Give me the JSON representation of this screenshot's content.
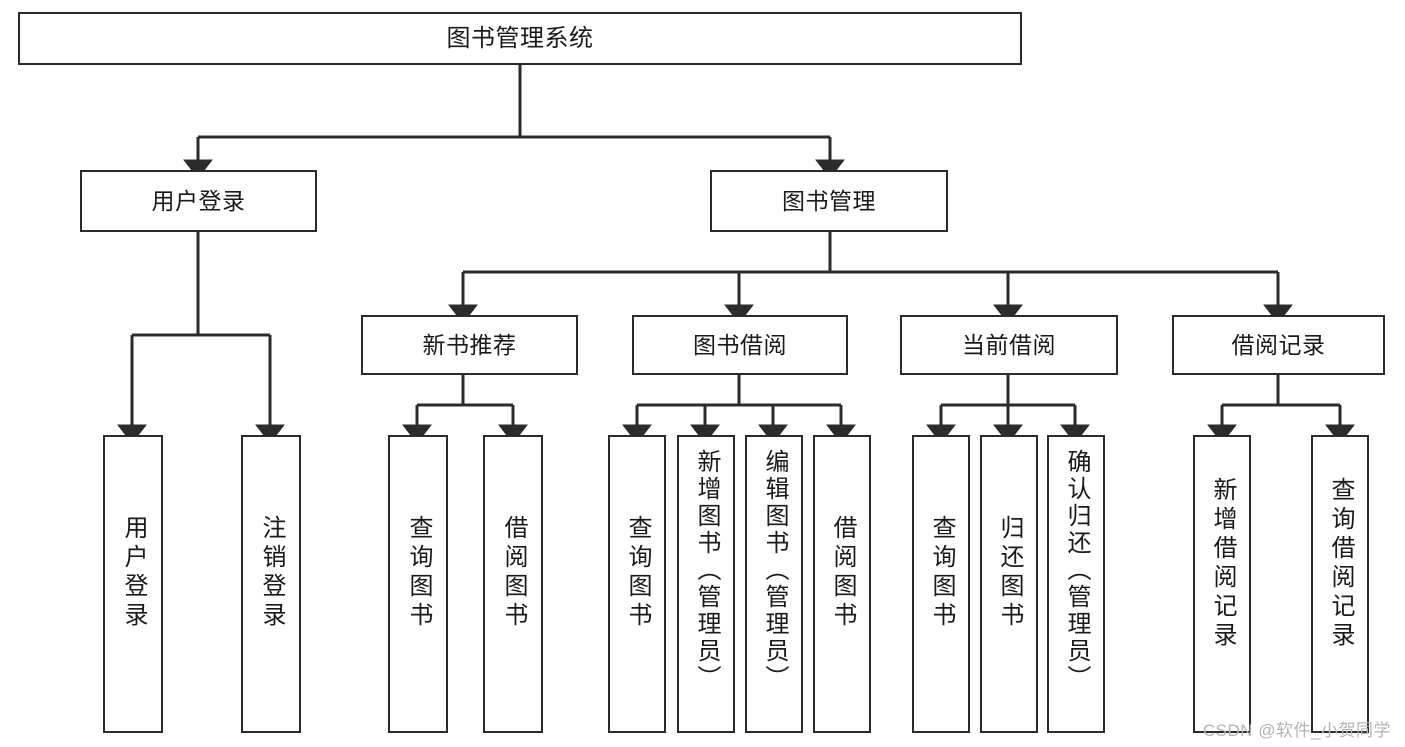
{
  "diagram": {
    "title": "图书管理系统",
    "type": "tree",
    "colors": {
      "box_border": "#2b2b2b",
      "box_fill": "#ffffff",
      "edge": "#2b2b2b",
      "text": "#1a1a1a",
      "watermark": "#b4b4b4"
    },
    "root": {
      "label": "图书管理系统"
    },
    "level2": [
      {
        "label": "用户登录"
      },
      {
        "label": "图书管理"
      }
    ],
    "level3": [
      {
        "label": "新书推荐"
      },
      {
        "label": "图书借阅"
      },
      {
        "label": "当前借阅"
      },
      {
        "label": "借阅记录"
      }
    ],
    "leaves": [
      {
        "label": "用户登录"
      },
      {
        "label": "注销登录"
      },
      {
        "label": "查询图书"
      },
      {
        "label": "借阅图书"
      },
      {
        "label": "查询图书"
      },
      {
        "label": "新增图书（管理员）"
      },
      {
        "label": "编辑图书（管理员）"
      },
      {
        "label": "借阅图书"
      },
      {
        "label": "查询图书"
      },
      {
        "label": "归还图书"
      },
      {
        "label": "确认归还（管理员）"
      },
      {
        "label": "新增借阅记录"
      },
      {
        "label": "查询借阅记录"
      }
    ]
  },
  "watermark": {
    "text": "CSDN @软件_小贺同学"
  }
}
